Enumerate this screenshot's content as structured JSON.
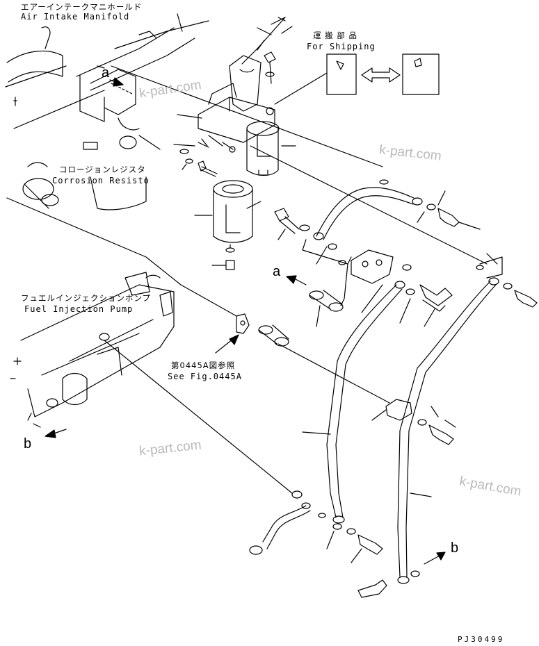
{
  "labels": {
    "air_intake_jp": "エアーインテークマニホールド",
    "air_intake_en": "Air Intake Manifold",
    "shipping_jp": "運 搬 部 品",
    "shipping_en": "For Shipping",
    "corrosion_jp": "コロージョンレジスタ",
    "corrosion_en": "Corrosion Resisto",
    "fuel_pump_jp": "フュエルインジェクションポンプ",
    "fuel_pump_en": "Fuel Injection Pump",
    "see_fig_jp": "第0445A図参照",
    "see_fig_en": "See Fig.0445A",
    "ref_a_top": "a",
    "ref_a_mid": "a",
    "ref_b_left": "b",
    "ref_b_right": "b",
    "drawing_number": "PJ30499"
  },
  "watermarks": [
    "k-part.com",
    "k-part.com",
    "k-part.com",
    "k-part.com"
  ]
}
